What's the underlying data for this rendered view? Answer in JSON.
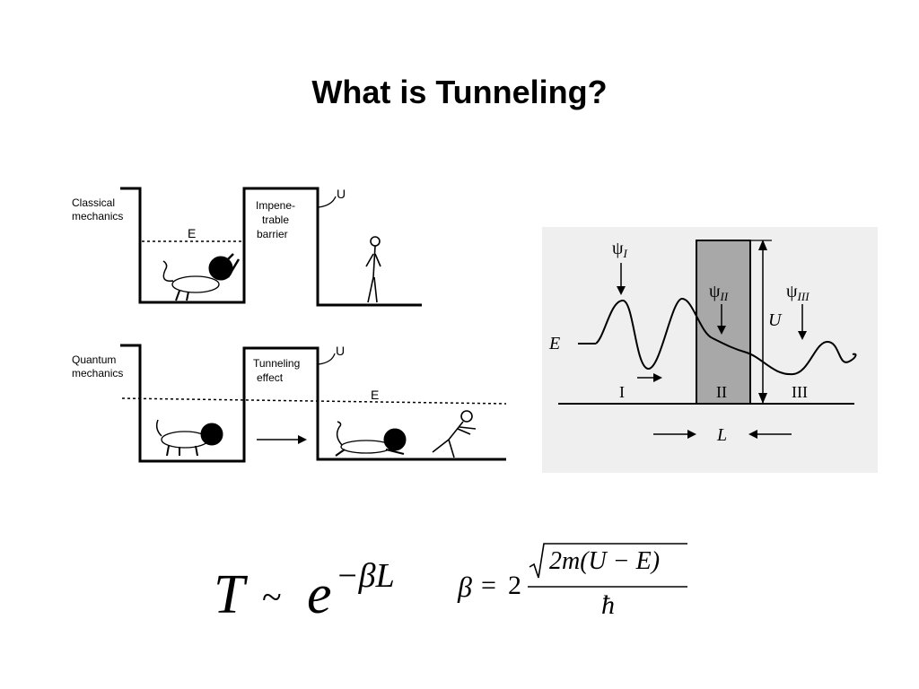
{
  "slide": {
    "title": "What is Tunneling?"
  },
  "classical_panel": {
    "regime_line1": "Classical",
    "regime_line2": "mechanics",
    "energy_label": "E",
    "barrier_line1": "Impene-",
    "barrier_line2": "trable",
    "barrier_line3": "barrier",
    "potential_label": "U"
  },
  "quantum_panel": {
    "regime_line1": "Quantum",
    "regime_line2": "mechanics",
    "barrier_line1": "Tunneling",
    "barrier_line2": "effect",
    "potential_label": "U",
    "energy_label": "E"
  },
  "wavefunction_panel": {
    "psi": "ψ",
    "psi_I_sub": "I",
    "psi_II_sub": "II",
    "psi_III_sub": "III",
    "potential_label": "U",
    "energy_label": "E",
    "region_I": "I",
    "region_II": "II",
    "region_III": "III",
    "width_label": "L"
  },
  "formulas": {
    "t_lhs": "T",
    "tilde": "~",
    "e": "e",
    "exponent": "−βL",
    "beta_lhs": "β",
    "eq": "=",
    "two": "2",
    "radicand": "2m(U − E)",
    "hbar": "ħ"
  }
}
